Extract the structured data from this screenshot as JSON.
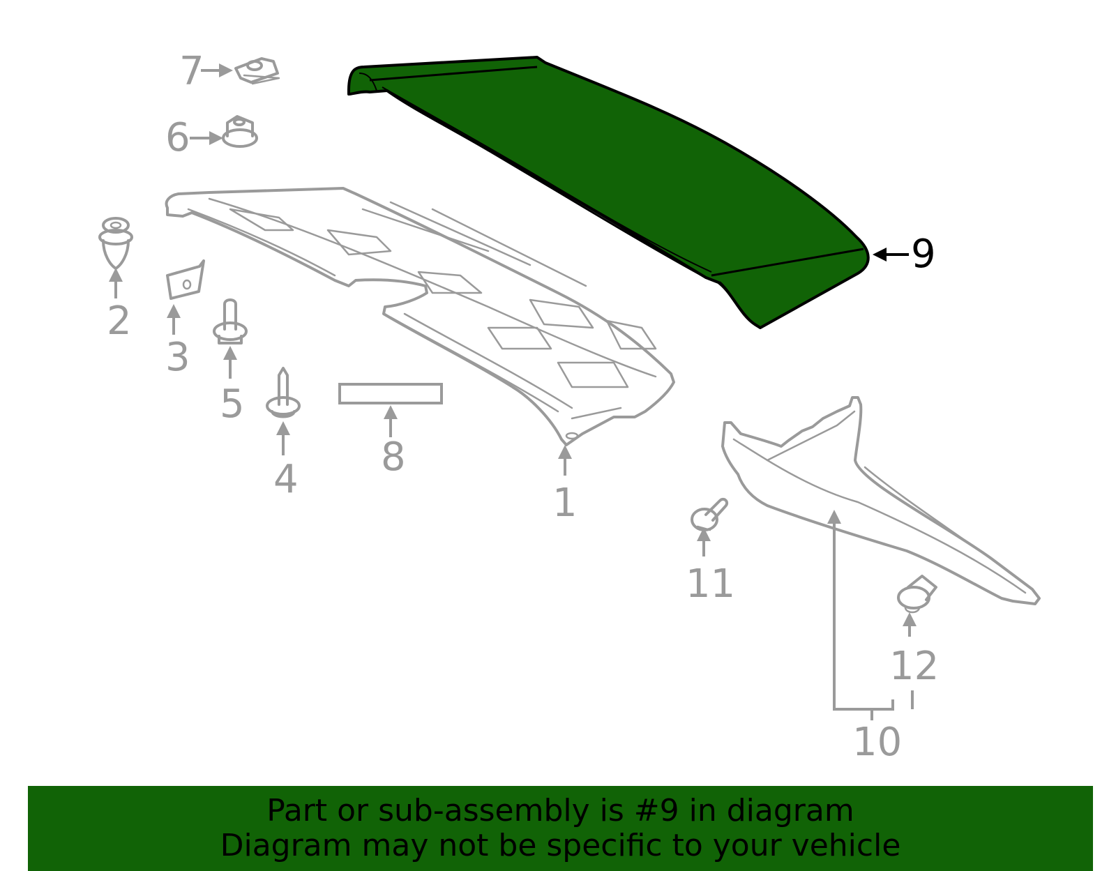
{
  "diagram": {
    "highlight_color": "#116306",
    "outline_color": "#9a9a9a",
    "highlighted_part": "9",
    "callouts": [
      {
        "id": "1",
        "label": "1",
        "part": "trunk-lid-inner-panel"
      },
      {
        "id": "2",
        "label": "2",
        "part": "push-clip"
      },
      {
        "id": "3",
        "label": "3",
        "part": "clip-nut"
      },
      {
        "id": "4",
        "label": "4",
        "part": "screw"
      },
      {
        "id": "5",
        "label": "5",
        "part": "bolt"
      },
      {
        "id": "6",
        "label": "6",
        "part": "nut"
      },
      {
        "id": "7",
        "label": "7",
        "part": "u-nut"
      },
      {
        "id": "8",
        "label": "8",
        "part": "label-strip"
      },
      {
        "id": "9",
        "label": "9",
        "part": "spoiler"
      },
      {
        "id": "10",
        "label": "10",
        "part": "trim-panel-assembly"
      },
      {
        "id": "11",
        "label": "11",
        "part": "stud"
      },
      {
        "id": "12",
        "label": "12",
        "part": "clip"
      }
    ]
  },
  "banner": {
    "line1": "Part or sub-assembly is #9 in diagram",
    "line2": "Diagram may not be specific to your vehicle",
    "background": "#116306"
  }
}
